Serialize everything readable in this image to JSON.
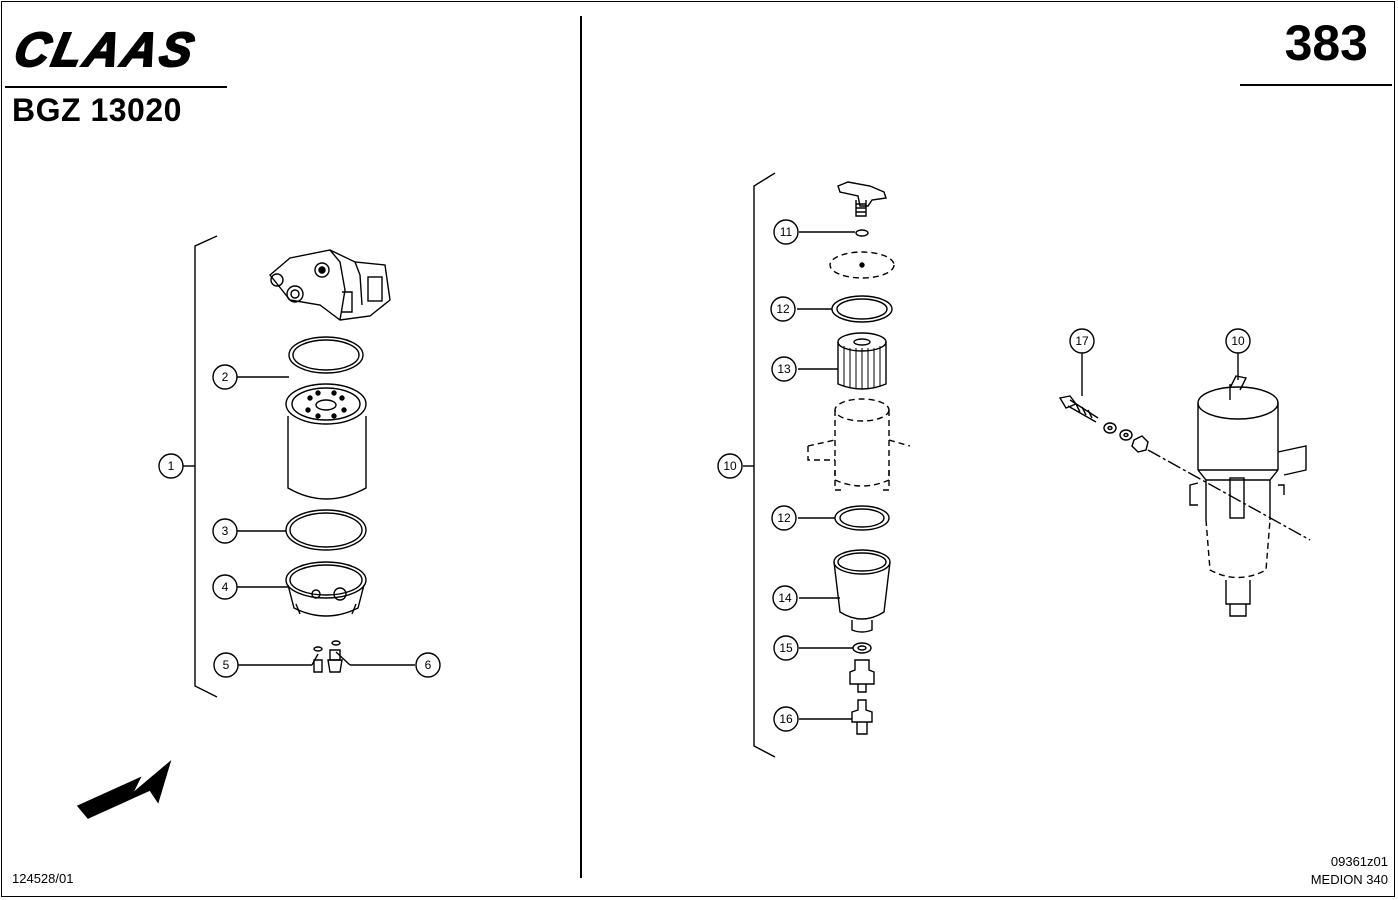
{
  "header": {
    "brand": "CLAAS",
    "document_code": "BGZ 13020",
    "page_number": "383"
  },
  "footer": {
    "left_code": "124528/01",
    "right_code": "09361z01",
    "model": "MEDION 340"
  },
  "callouts": {
    "c1": "1",
    "c2": "2",
    "c3": "3",
    "c4": "4",
    "c5": "5",
    "c6": "6",
    "c10": "10",
    "c11": "11",
    "c12a": "12",
    "c13": "13",
    "c12b": "12",
    "c14": "14",
    "c15": "15",
    "c16": "16",
    "c17": "17",
    "c10b": "10"
  }
}
